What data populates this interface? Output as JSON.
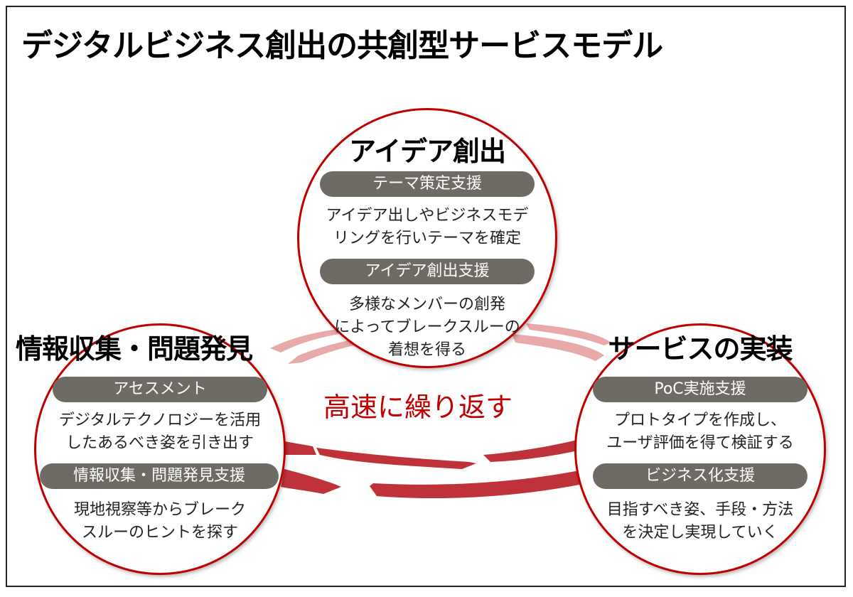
{
  "title": "デジタルビジネス創出の共創型サービスモデル",
  "center_label": "高速に繰り返す",
  "colors": {
    "accent": "#c00000",
    "pill": "#6e6b64"
  },
  "stages": {
    "idea": {
      "heading": "アイデア創出",
      "items": [
        {
          "label": "テーマ策定支援",
          "lines": [
            "アイデア出しやビジネスモデ",
            "リングを行いテーマを確定"
          ]
        },
        {
          "label": "アイデア創出支援",
          "lines": [
            "多様なメンバーの創発",
            "によってブレークスルーの",
            "着想を得る"
          ]
        }
      ]
    },
    "info": {
      "heading": "情報収集・問題発見",
      "items": [
        {
          "label": "アセスメント",
          "lines": [
            "デジタルテクノロジーを活用",
            "したあるべき姿を引き出す"
          ]
        },
        {
          "label": "情報収集・問題発見支援",
          "lines": [
            "現地視察等からブレーク",
            "スルーのヒントを探す"
          ]
        }
      ]
    },
    "service": {
      "heading": "サービスの実装",
      "items": [
        {
          "label": "PoC実施支援",
          "lines": [
            "プロトタイプを作成し、",
            "ユーザ評価を得て検証する"
          ]
        },
        {
          "label": "ビジネス化支援",
          "lines": [
            "目指すべき姿、手段・方法",
            "を決定し実現していく"
          ]
        }
      ]
    }
  }
}
